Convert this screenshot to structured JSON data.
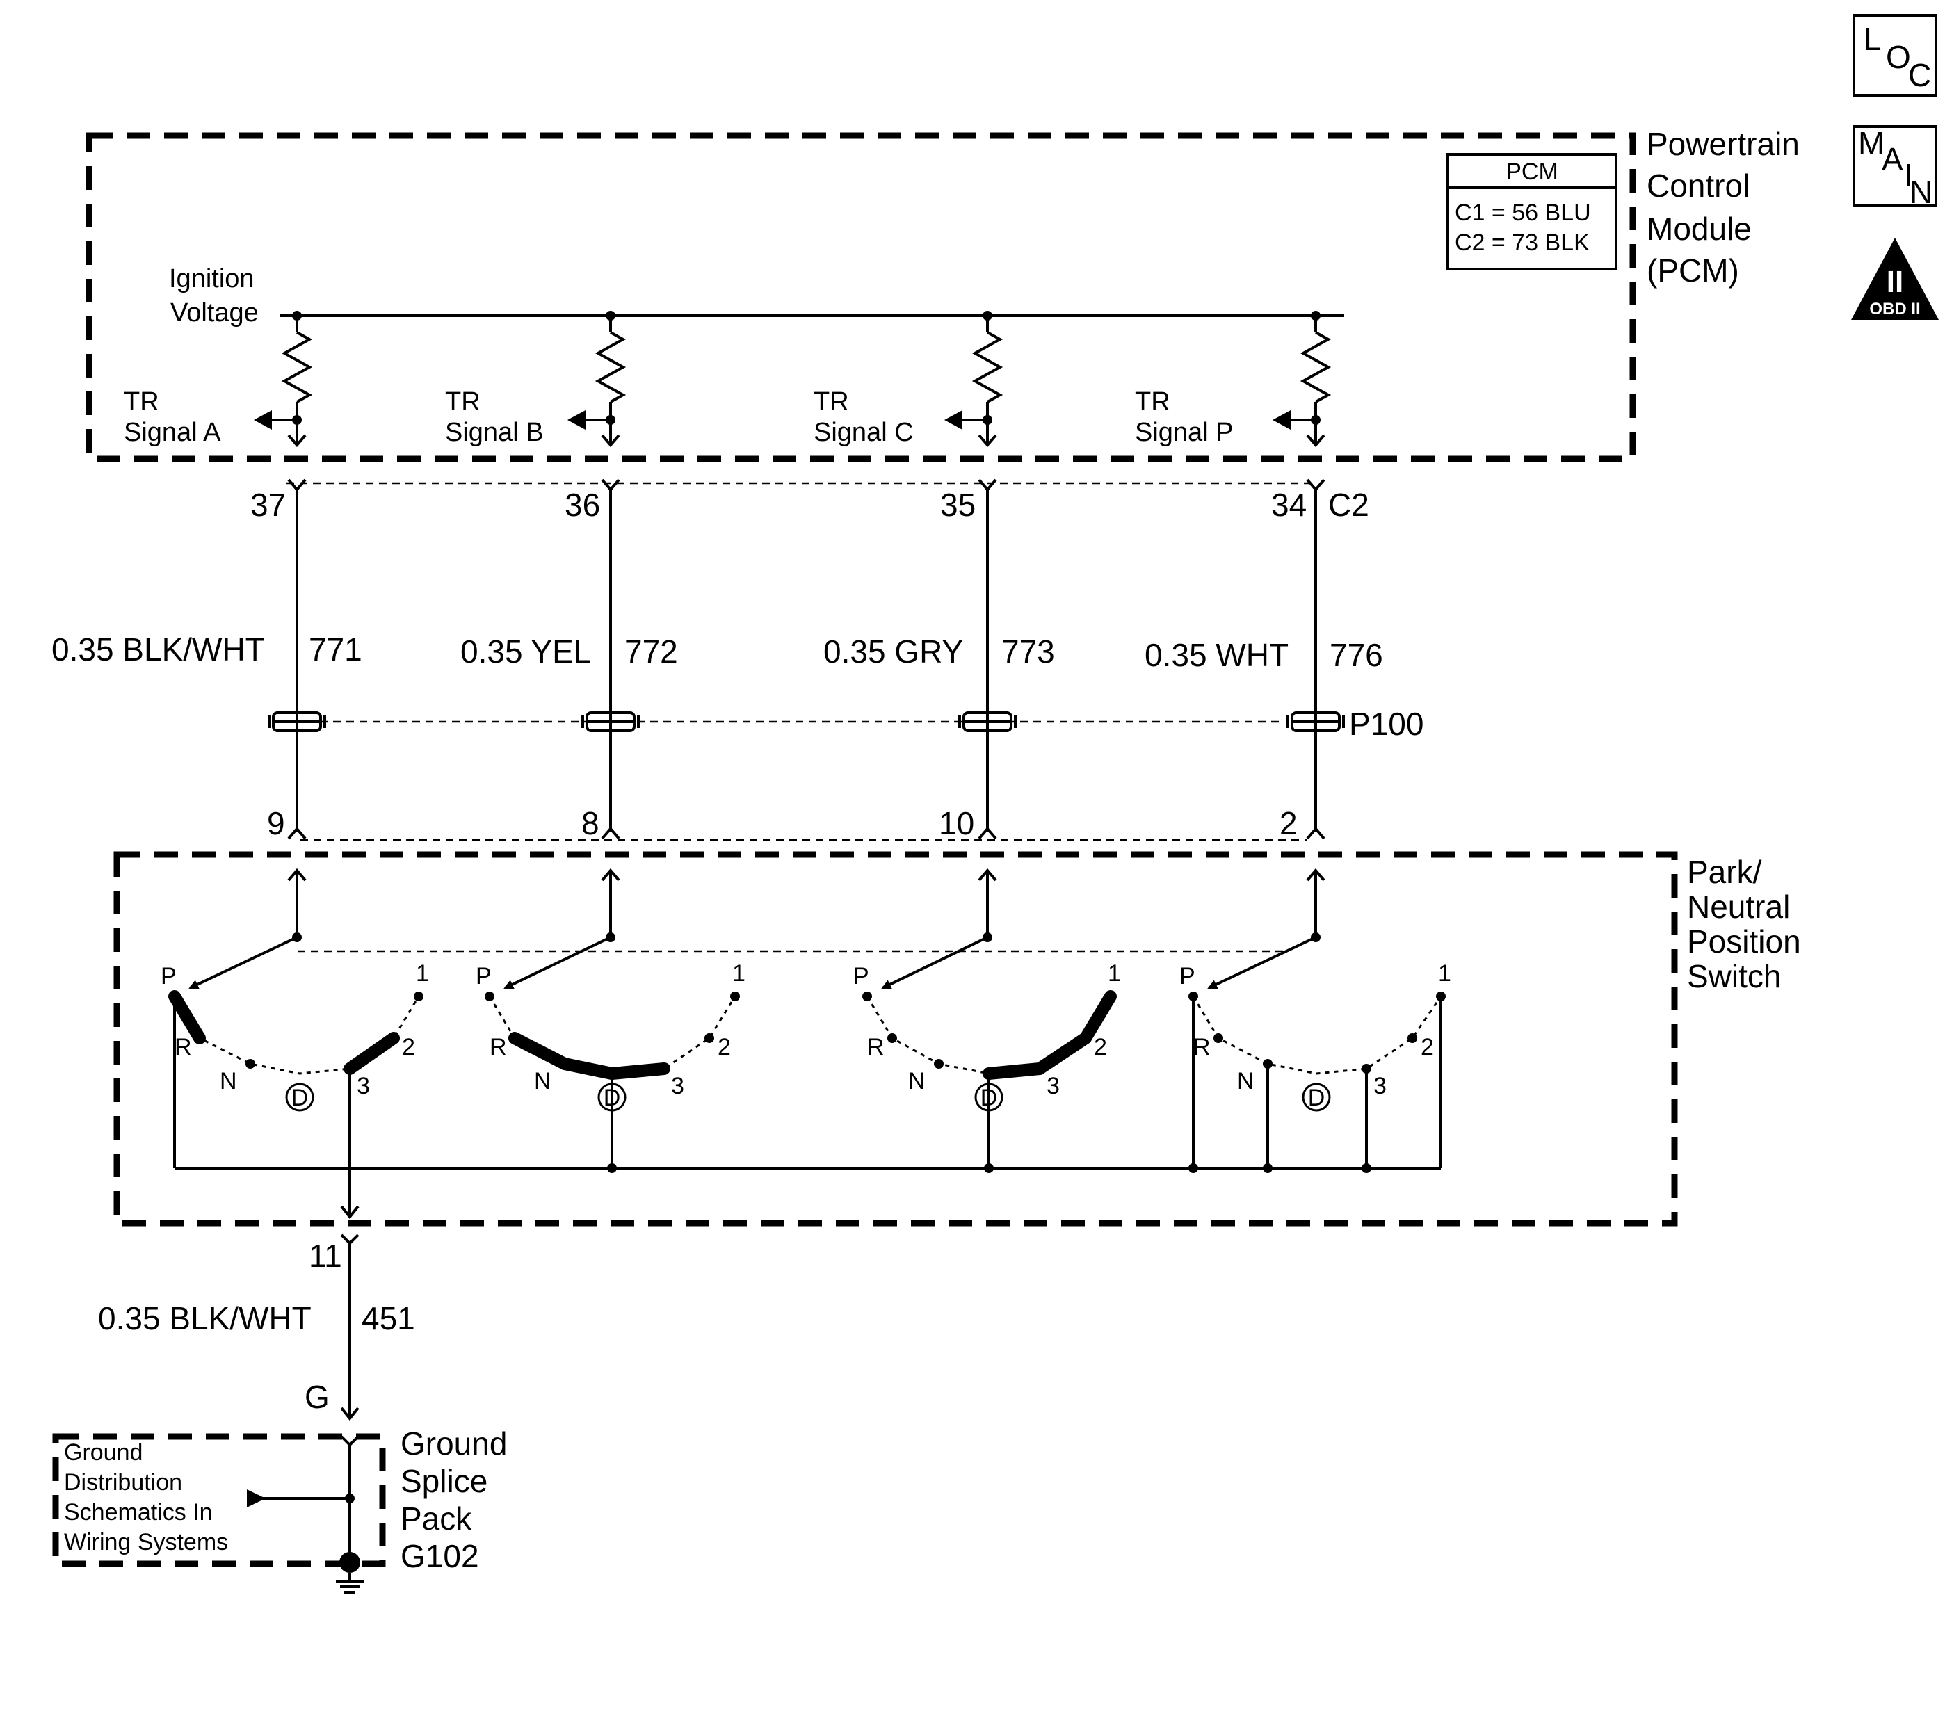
{
  "pcm": {
    "title_lines": [
      "Powertrain",
      "Control",
      "Module",
      "(PCM)"
    ],
    "connector_box_title": "PCM",
    "connector_box_lines": [
      "C1 = 56 BLU",
      "C2 = 73 BLK"
    ],
    "ignition_lines": [
      "Ignition",
      "Voltage"
    ]
  },
  "side_icons": {
    "loc": [
      "L",
      "O",
      "C"
    ],
    "main": [
      "M",
      "A",
      "I",
      "N"
    ],
    "obd_numeral": "II",
    "obd_text": "OBD II"
  },
  "signals": [
    {
      "line1": "TR",
      "line2": "Signal A",
      "pcm_pin": "37",
      "wire_size_color": "0.35 BLK/WHT",
      "circuit": "771",
      "switch_pin": "9"
    },
    {
      "line1": "TR",
      "line2": "Signal B",
      "pcm_pin": "36",
      "wire_size_color": "0.35 YEL",
      "circuit": "772",
      "switch_pin": "8"
    },
    {
      "line1": "TR",
      "line2": "Signal C",
      "pcm_pin": "35",
      "wire_size_color": "0.35 GRY",
      "circuit": "773",
      "switch_pin": "10"
    },
    {
      "line1": "TR",
      "line2": "Signal P",
      "pcm_pin": "34",
      "wire_size_color": "0.35 WHT",
      "circuit": "776",
      "switch_pin": "2"
    }
  ],
  "pcm_connector": "C2",
  "inline_connector": "P100",
  "switch": {
    "title_lines": [
      "Park/",
      "Neutral",
      "Position",
      "Switch"
    ],
    "positions": [
      "P",
      "R",
      "N",
      "D",
      "3",
      "2",
      "1"
    ]
  },
  "ground": {
    "switch_pin": "11",
    "wire_size_color": "0.35 BLK/WHT",
    "circuit": "451",
    "terminal": "G",
    "splice_lines": [
      "Ground",
      "Splice",
      "Pack",
      "G102"
    ],
    "ref_lines": [
      "Ground",
      "Distribution",
      "Schematics In",
      "Wiring Systems"
    ]
  }
}
